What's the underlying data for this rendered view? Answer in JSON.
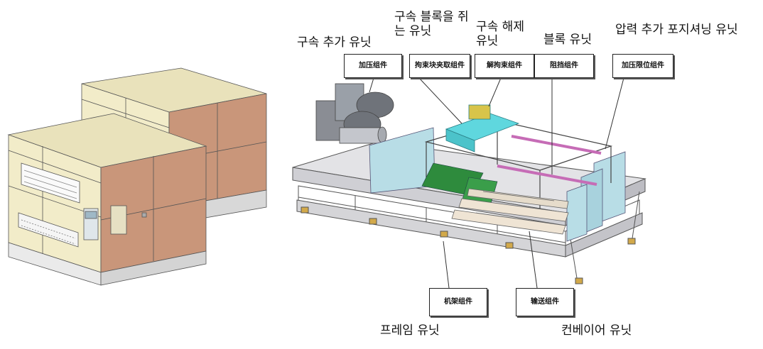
{
  "labels_ko": {
    "clamp_add_unit": "구속 추가 유닛",
    "clamp_block_grip_unit": "구속 블록을 쥐는 유닛",
    "clamp_release_unit": "구속 해제 유닛",
    "block_unit": "블록 유닛",
    "pressure_positioning_unit": "압력 추가 포지셔닝 유닛",
    "frame_unit": "프레임 유닛",
    "conveyor_unit": "컨베이어 유닛"
  },
  "labels_zh": {
    "pressurize": "加压组件",
    "clamp_block_grip": "拘束块夹取组件",
    "unclamp": "解拘束组件",
    "block": "阻挡组件",
    "pressure_limit": "加压限位组件",
    "frame": "机架组件",
    "conveyor": "输送组件"
  },
  "colors": {
    "cabinet_front": "#f2ecc9",
    "cabinet_side": "#c9967a",
    "frame_steel": "#d5d5d8",
    "motor": "#8a8d94",
    "cyan_part": "#5fd7de",
    "pink_rail": "#e7a7d8",
    "light_blue_panel": "#b8dde6",
    "green_pcb": "#2e8b3d"
  }
}
